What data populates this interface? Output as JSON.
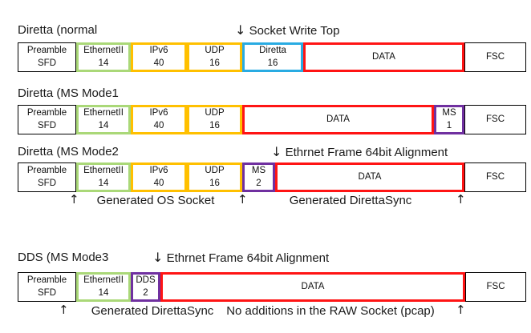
{
  "palette": {
    "green": "#aad878",
    "yellow": "#ffc000",
    "cyan": "#29abe2",
    "red": "#ff1414",
    "purple": "#7030a0",
    "black": "#000000",
    "background": "#ffffff"
  },
  "rows": [
    {
      "title": "Diretta (normal",
      "top_note": {
        "arrow": "↓",
        "text": "Socket Write Top"
      },
      "segments": [
        {
          "l1": "Preamble",
          "l2": "SFD"
        },
        {
          "l1": "EthernetII",
          "l2": "14"
        },
        {
          "l1": "IPv6",
          "l2": "40"
        },
        {
          "l1": "UDP",
          "l2": "16"
        },
        {
          "l1": "Diretta",
          "l2": "16"
        },
        {
          "l1": "DATA",
          "l2": ""
        },
        {
          "l1": "FSC",
          "l2": ""
        }
      ]
    },
    {
      "title": "Diretta (MS Mode1",
      "segments": [
        {
          "l1": "Preamble",
          "l2": "SFD"
        },
        {
          "l1": "EthernetII",
          "l2": "14"
        },
        {
          "l1": "IPv6",
          "l2": "40"
        },
        {
          "l1": "UDP",
          "l2": "16"
        },
        {
          "l1": "DATA",
          "l2": ""
        },
        {
          "l1": "MS",
          "l2": "1"
        },
        {
          "l1": "FSC",
          "l2": ""
        }
      ]
    },
    {
      "title": "Diretta (MS Mode2",
      "top_note": {
        "arrow": "↓",
        "text": "Ethrnet Frame 64bit Alignment"
      },
      "segments": [
        {
          "l1": "Preamble",
          "l2": "SFD"
        },
        {
          "l1": "EthernetII",
          "l2": "14"
        },
        {
          "l1": "IPv6",
          "l2": "40"
        },
        {
          "l1": "UDP",
          "l2": "16"
        },
        {
          "l1": "MS",
          "l2": "2"
        },
        {
          "l1": "DATA",
          "l2": ""
        },
        {
          "l1": "FSC",
          "l2": ""
        }
      ],
      "bottom": [
        {
          "arrow": "↑"
        },
        {
          "text": "Generated OS Socket"
        },
        {
          "arrow": "↑"
        },
        {
          "text": "Generated DirettaSync"
        },
        {
          "arrow": "↑"
        }
      ]
    },
    {
      "title": "DDS (MS Mode3",
      "top_note": {
        "arrow": "↓",
        "text": "Ethrnet Frame 64bit Alignment"
      },
      "segments": [
        {
          "l1": "Preamble",
          "l2": "SFD"
        },
        {
          "l1": "EthernetII",
          "l2": "14"
        },
        {
          "l1": "DDS",
          "l2": "2"
        },
        {
          "l1": "DATA",
          "l2": ""
        },
        {
          "l1": "FSC",
          "l2": ""
        }
      ],
      "bottom": [
        {
          "arrow": "↑"
        },
        {
          "text": "Generated DirettaSync"
        },
        {
          "text": "No additions in the RAW Socket (pcap)"
        },
        {
          "arrow": "↑"
        }
      ]
    }
  ]
}
